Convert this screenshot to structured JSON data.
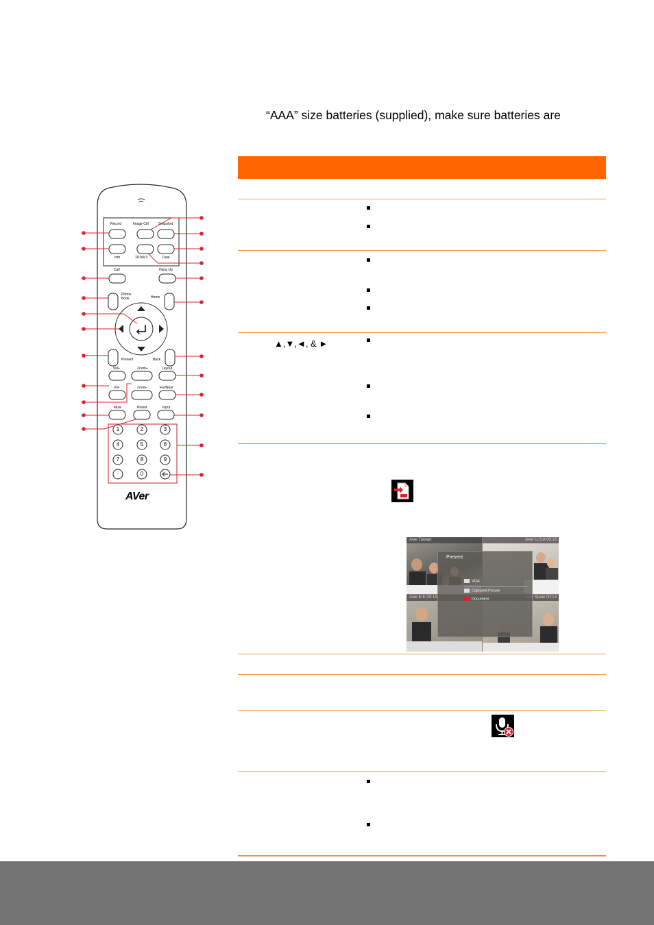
{
  "intro": {
    "text": "“AAA” size batteries (supplied), make sure batteries are"
  },
  "table": {
    "arrows_label": "▲,▼,◄, & ►"
  },
  "remote": {
    "labels": {
      "record": "Record",
      "image_ctrl": "Image Ctrl",
      "snapshot": "Snapshot",
      "info": "Info",
      "aspect": "16:9/4:3",
      "dual": "Dual",
      "call": "Call",
      "hang_up": "Hang Up",
      "phone_book": "Phone Book",
      "home": "Home",
      "present": "Present",
      "back": "Back",
      "vol_up": "Vol+",
      "vol_down": "Vol-",
      "zoom_in": "Zoom+",
      "zoom_out": "Zoom-",
      "layout": "Layout",
      "far_near": "Far/Near",
      "mute": "Mute",
      "preset": "Preset",
      "input": "Input",
      "logo": "AVer"
    },
    "keypad": [
      "1",
      "2",
      "3",
      "4",
      "5",
      "6",
      "7",
      "8",
      "9",
      "·",
      "0"
    ]
  },
  "present_screen": {
    "tiles": [
      "Aver Taiwan",
      "Aver U.S.A 00:13",
      "Aver E.K 00:13",
      "Aver Spain 00:13"
    ],
    "menu_title": "Present",
    "menu_items": [
      "VGA",
      "Captured Picture",
      "Document"
    ]
  },
  "icons": {
    "present_doc": "present-document-icon",
    "mic_mute": "microphone-muted-icon"
  },
  "colors": {
    "accent": "#ff6600",
    "callout": "#e0202a",
    "footer": "#737373"
  }
}
